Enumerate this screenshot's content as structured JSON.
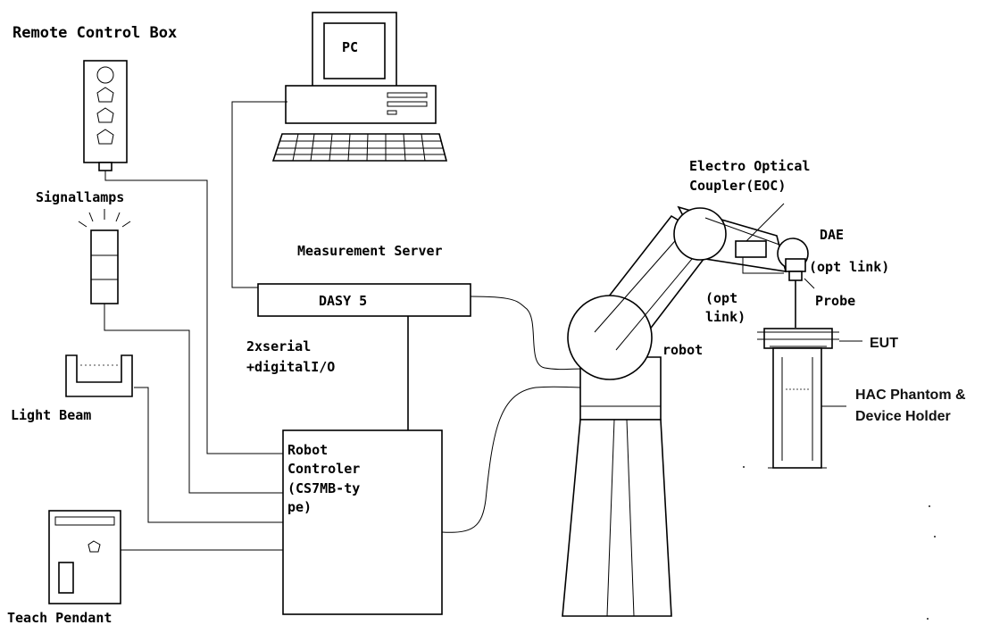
{
  "labels": {
    "remote_control_box": "Remote Control Box",
    "pc": "PC",
    "signal_lamps": "Signallamps",
    "light_beam": "Light Beam",
    "teach_pendant": "Teach Pendant",
    "measurement_server": "Measurement Server",
    "dasy": "DASY 5",
    "serial_line1": "2xserial",
    "serial_line2": "+digitalI/O",
    "controller_line1": "Robot",
    "controller_line2": "Controler",
    "controller_line3": "(CS7MB-ty",
    "controller_line4": "pe)",
    "robot": "robot",
    "eoc_line1": "Electro Optical",
    "eoc_line2": "Coupler(EOC)",
    "dae": "DAE",
    "dae_link": "(opt link)",
    "opt_link_line1": "(opt",
    "opt_link_line2": "link)",
    "probe": "Probe",
    "eut": "EUT",
    "hac_line1": "HAC Phantom &",
    "hac_line2": "Device Holder"
  }
}
